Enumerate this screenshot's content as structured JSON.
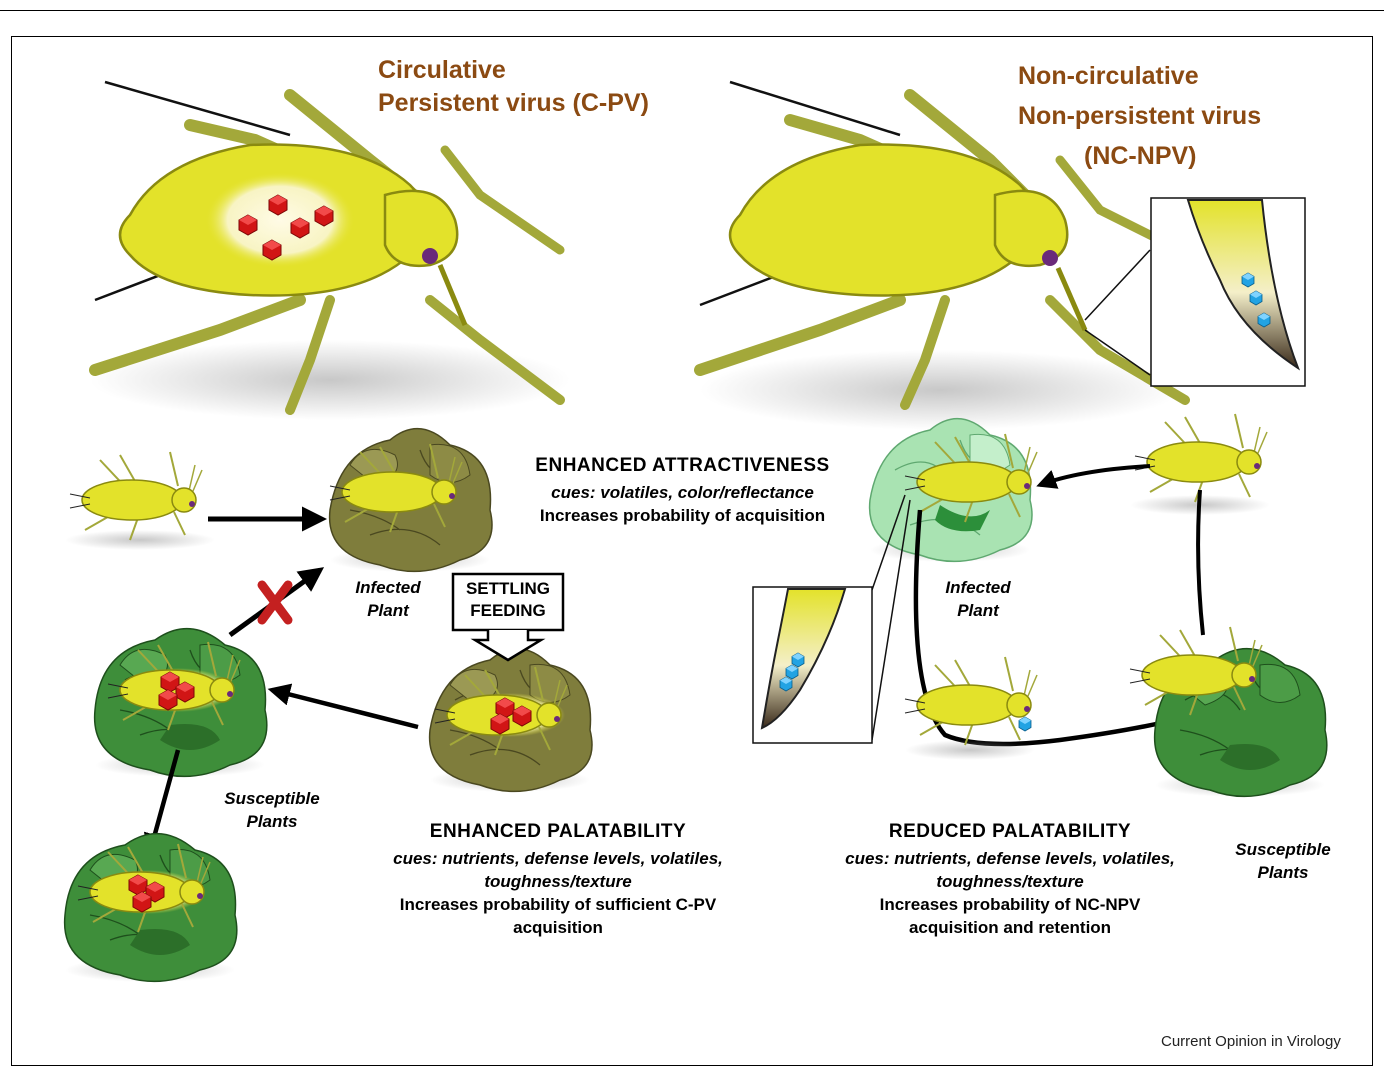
{
  "titles": {
    "cpv_line1": "Circulative",
    "cpv_line2": "Persistent virus (C-PV)",
    "ncnpv_line1": "Non-circulative",
    "ncnpv_line2": "Non-persistent virus",
    "ncnpv_line3": "(NC-NPV)"
  },
  "attractiveness": {
    "heading": "ENHANCED ATTRACTIVENESS",
    "cues": "cues: volatiles, color/reflectance",
    "effect": "Increases probability of acquisition"
  },
  "enhanced_palatability": {
    "heading": "ENHANCED PALATABILITY",
    "cues_line1": "cues: nutrients, defense levels, volatiles,",
    "cues_line2": "toughness/texture",
    "effect_line1": "Increases probability of sufficient C-PV",
    "effect_line2": "acquisition"
  },
  "reduced_palatability": {
    "heading": "REDUCED PALATABILITY",
    "cues_line1": "cues: nutrients, defense levels, volatiles,",
    "cues_line2": "toughness/texture",
    "effect_line1": "Increases probability of NC-NPV",
    "effect_line2": "acquisition and retention"
  },
  "plant_labels": {
    "infected_left_1": "Infected",
    "infected_left_2": "Plant",
    "infected_right_1": "Infected",
    "infected_right_2": "Plant",
    "susceptible_left_1": "Susceptible",
    "susceptible_left_2": "Plants",
    "susceptible_right_1": "Susceptible",
    "susceptible_right_2": "Plants"
  },
  "settling_box": {
    "line1": "SETTLING",
    "line2": "FEEDING"
  },
  "credit": "Current Opinion in Virology",
  "colors": {
    "aphid_body": "#e3e22a",
    "aphid_outline": "#8a8a10",
    "aphid_legs": "#a3a83a",
    "virus_cpv": "#d11515",
    "virus_ncnpv": "#22a3e3",
    "infected_plant": "#7f7d3c",
    "infected_plant_light": "#a9e3b2",
    "healthy_plant": "#3e8e3a",
    "title_brown": "#8b4a12"
  }
}
